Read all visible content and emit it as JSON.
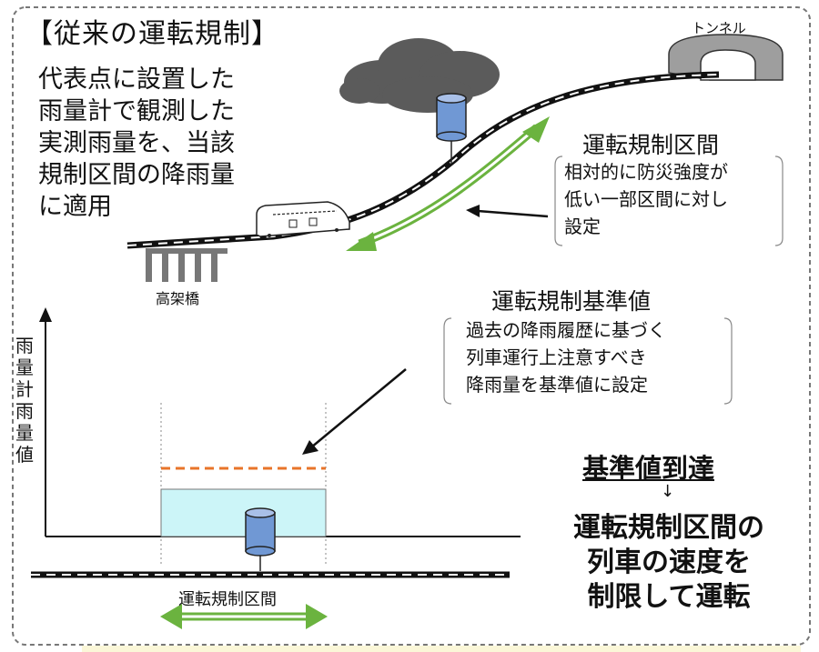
{
  "title": "【従来の運転規制】",
  "description": "代表点に設置した\n雨量計で観測した\n実測雨量を、当該\n規制区間の降雨量\nに適用",
  "tunnel_label": "トンネル",
  "bridge_label": "高架橋",
  "section": {
    "heading": "運転規制区間",
    "body": "相対的に防災強度が\n低い一部区間に対し\n設定"
  },
  "standard": {
    "heading": "運転規制基準値",
    "body": "過去の降雨履歴に基づく\n列車運行上注意すべき\n降雨量を基準値に設定"
  },
  "y_axis_label": "雨量計雨量値",
  "reach_label": "基準値到達",
  "down_arrow": "↓",
  "result_text": "運転規制区間の\n列車の速度を\n制限して運転",
  "bottom_section_label": "運転規制区間",
  "colors": {
    "green_arrow": "#6bb33f",
    "orange_dashed": "#e8742a",
    "cyan_fill": "#ccf5f8",
    "cloud": "#5b5b5b",
    "gauge": "#7098d4",
    "tunnel": "#9e9e9e"
  },
  "icons": [
    "cloud-icon",
    "rain-gauge-icon",
    "train-icon",
    "tunnel-icon",
    "bridge-icon"
  ]
}
